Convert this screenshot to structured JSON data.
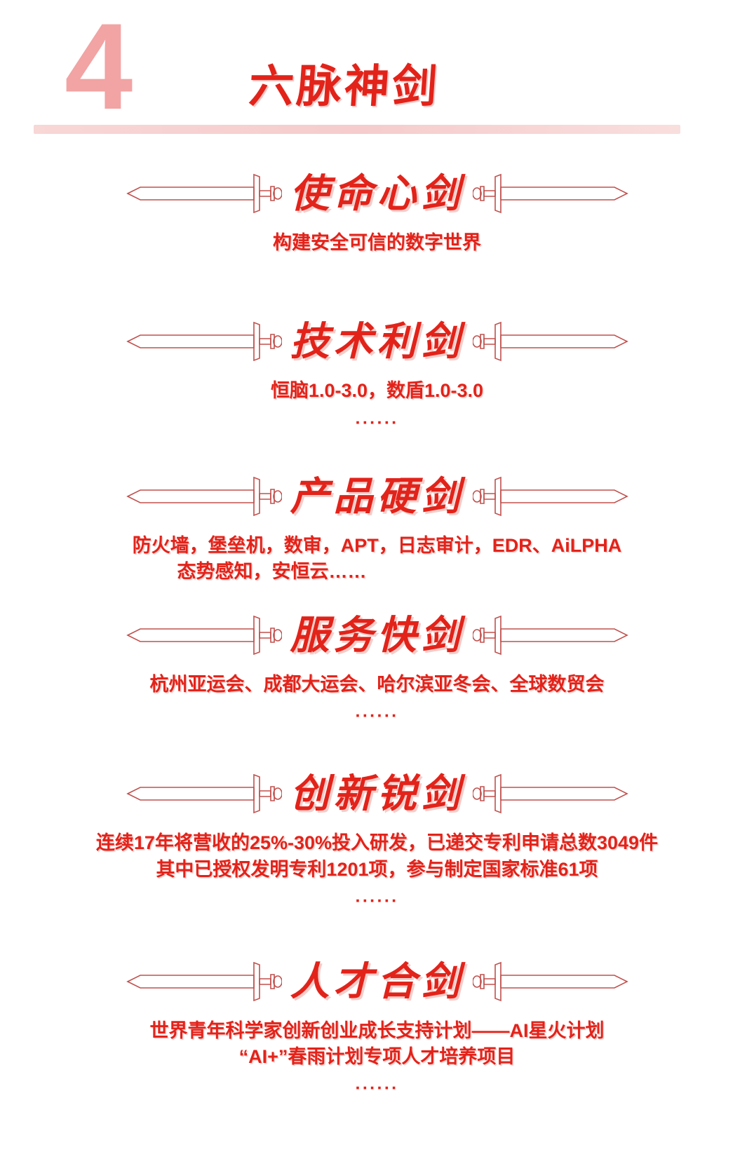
{
  "header": {
    "number": "4",
    "title": "六脉神剑",
    "number_color": "#f2a3a3",
    "title_color": "#e2231a",
    "rule_color": "#f8d7d7"
  },
  "theme": {
    "accent_red": "#e2231a",
    "pink": "#f2a3a3",
    "sword_outline": "#c0504d",
    "background": "#ffffff"
  },
  "sections": [
    {
      "title": "使命心剑",
      "lines": [
        "构建安全可信的数字世界"
      ],
      "ellipsis": ""
    },
    {
      "title": "技术利剑",
      "lines": [
        "恒脑1.0-3.0，数盾1.0-3.0"
      ],
      "ellipsis": "······"
    },
    {
      "title": "产品硬剑",
      "lines": [
        "防火墙，堡垒机，数审，APT，日志审计，EDR、AiLPHA",
        "态势感知，安恒云……"
      ],
      "ellipsis": ""
    },
    {
      "title": "服务快剑",
      "lines": [
        "杭州亚运会、成都大运会、哈尔滨亚冬会、全球数贸会"
      ],
      "ellipsis": "······"
    },
    {
      "title": "创新锐剑",
      "lines": [
        "连续17年将营收的25%-30%投入研发，已递交专利申请总数3049件",
        "其中已授权发明专利1201项，参与制定国家标准61项"
      ],
      "ellipsis": "······"
    },
    {
      "title": "人才合剑",
      "lines": [
        "世界青年科学家创新创业成长支持计划——AI星火计划",
        "“AI+”春雨计划专项人才培养项目"
      ],
      "ellipsis": "······"
    }
  ],
  "icons": {
    "sword_left": "sword-left-icon",
    "sword_right": "sword-right-icon"
  }
}
